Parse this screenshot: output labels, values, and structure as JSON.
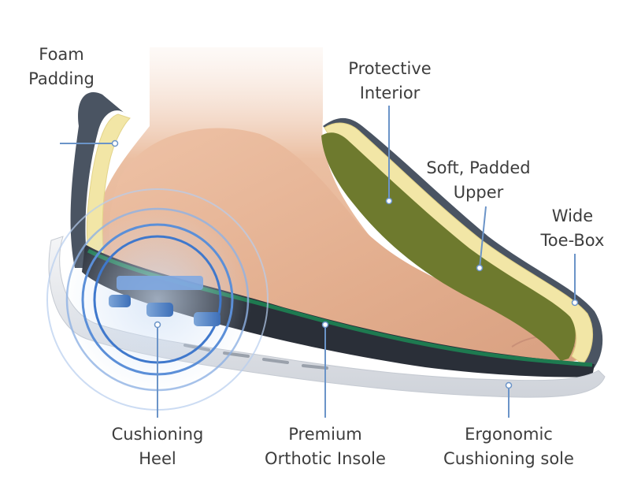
{
  "labels": {
    "foam_padding": [
      "Foam",
      "Padding"
    ],
    "protective_interior": [
      "Protective",
      "Interior"
    ],
    "soft_padded_upper": [
      "Soft, Padded",
      "Upper"
    ],
    "wide_toe_box": [
      "Wide",
      "Toe-Box"
    ],
    "cushioning_heel": [
      "Cushioning",
      "Heel"
    ],
    "premium_orthotic_insole": [
      "Premium",
      "Orthotic Insole"
    ],
    "ergonomic_cushioning_sole": [
      "Ergonomic",
      "Cushioning sole"
    ]
  },
  "colors": {
    "skin": "#e6b496",
    "foam": "#f2e6a6",
    "lining": "#6e7a2e",
    "shell": "#4a5462",
    "insole_green": "#1e7a50",
    "sole": "#e8eaee",
    "heel_glow": "#5b8fd8",
    "leader": "#6b94c8",
    "text": "#3d3d3d"
  }
}
